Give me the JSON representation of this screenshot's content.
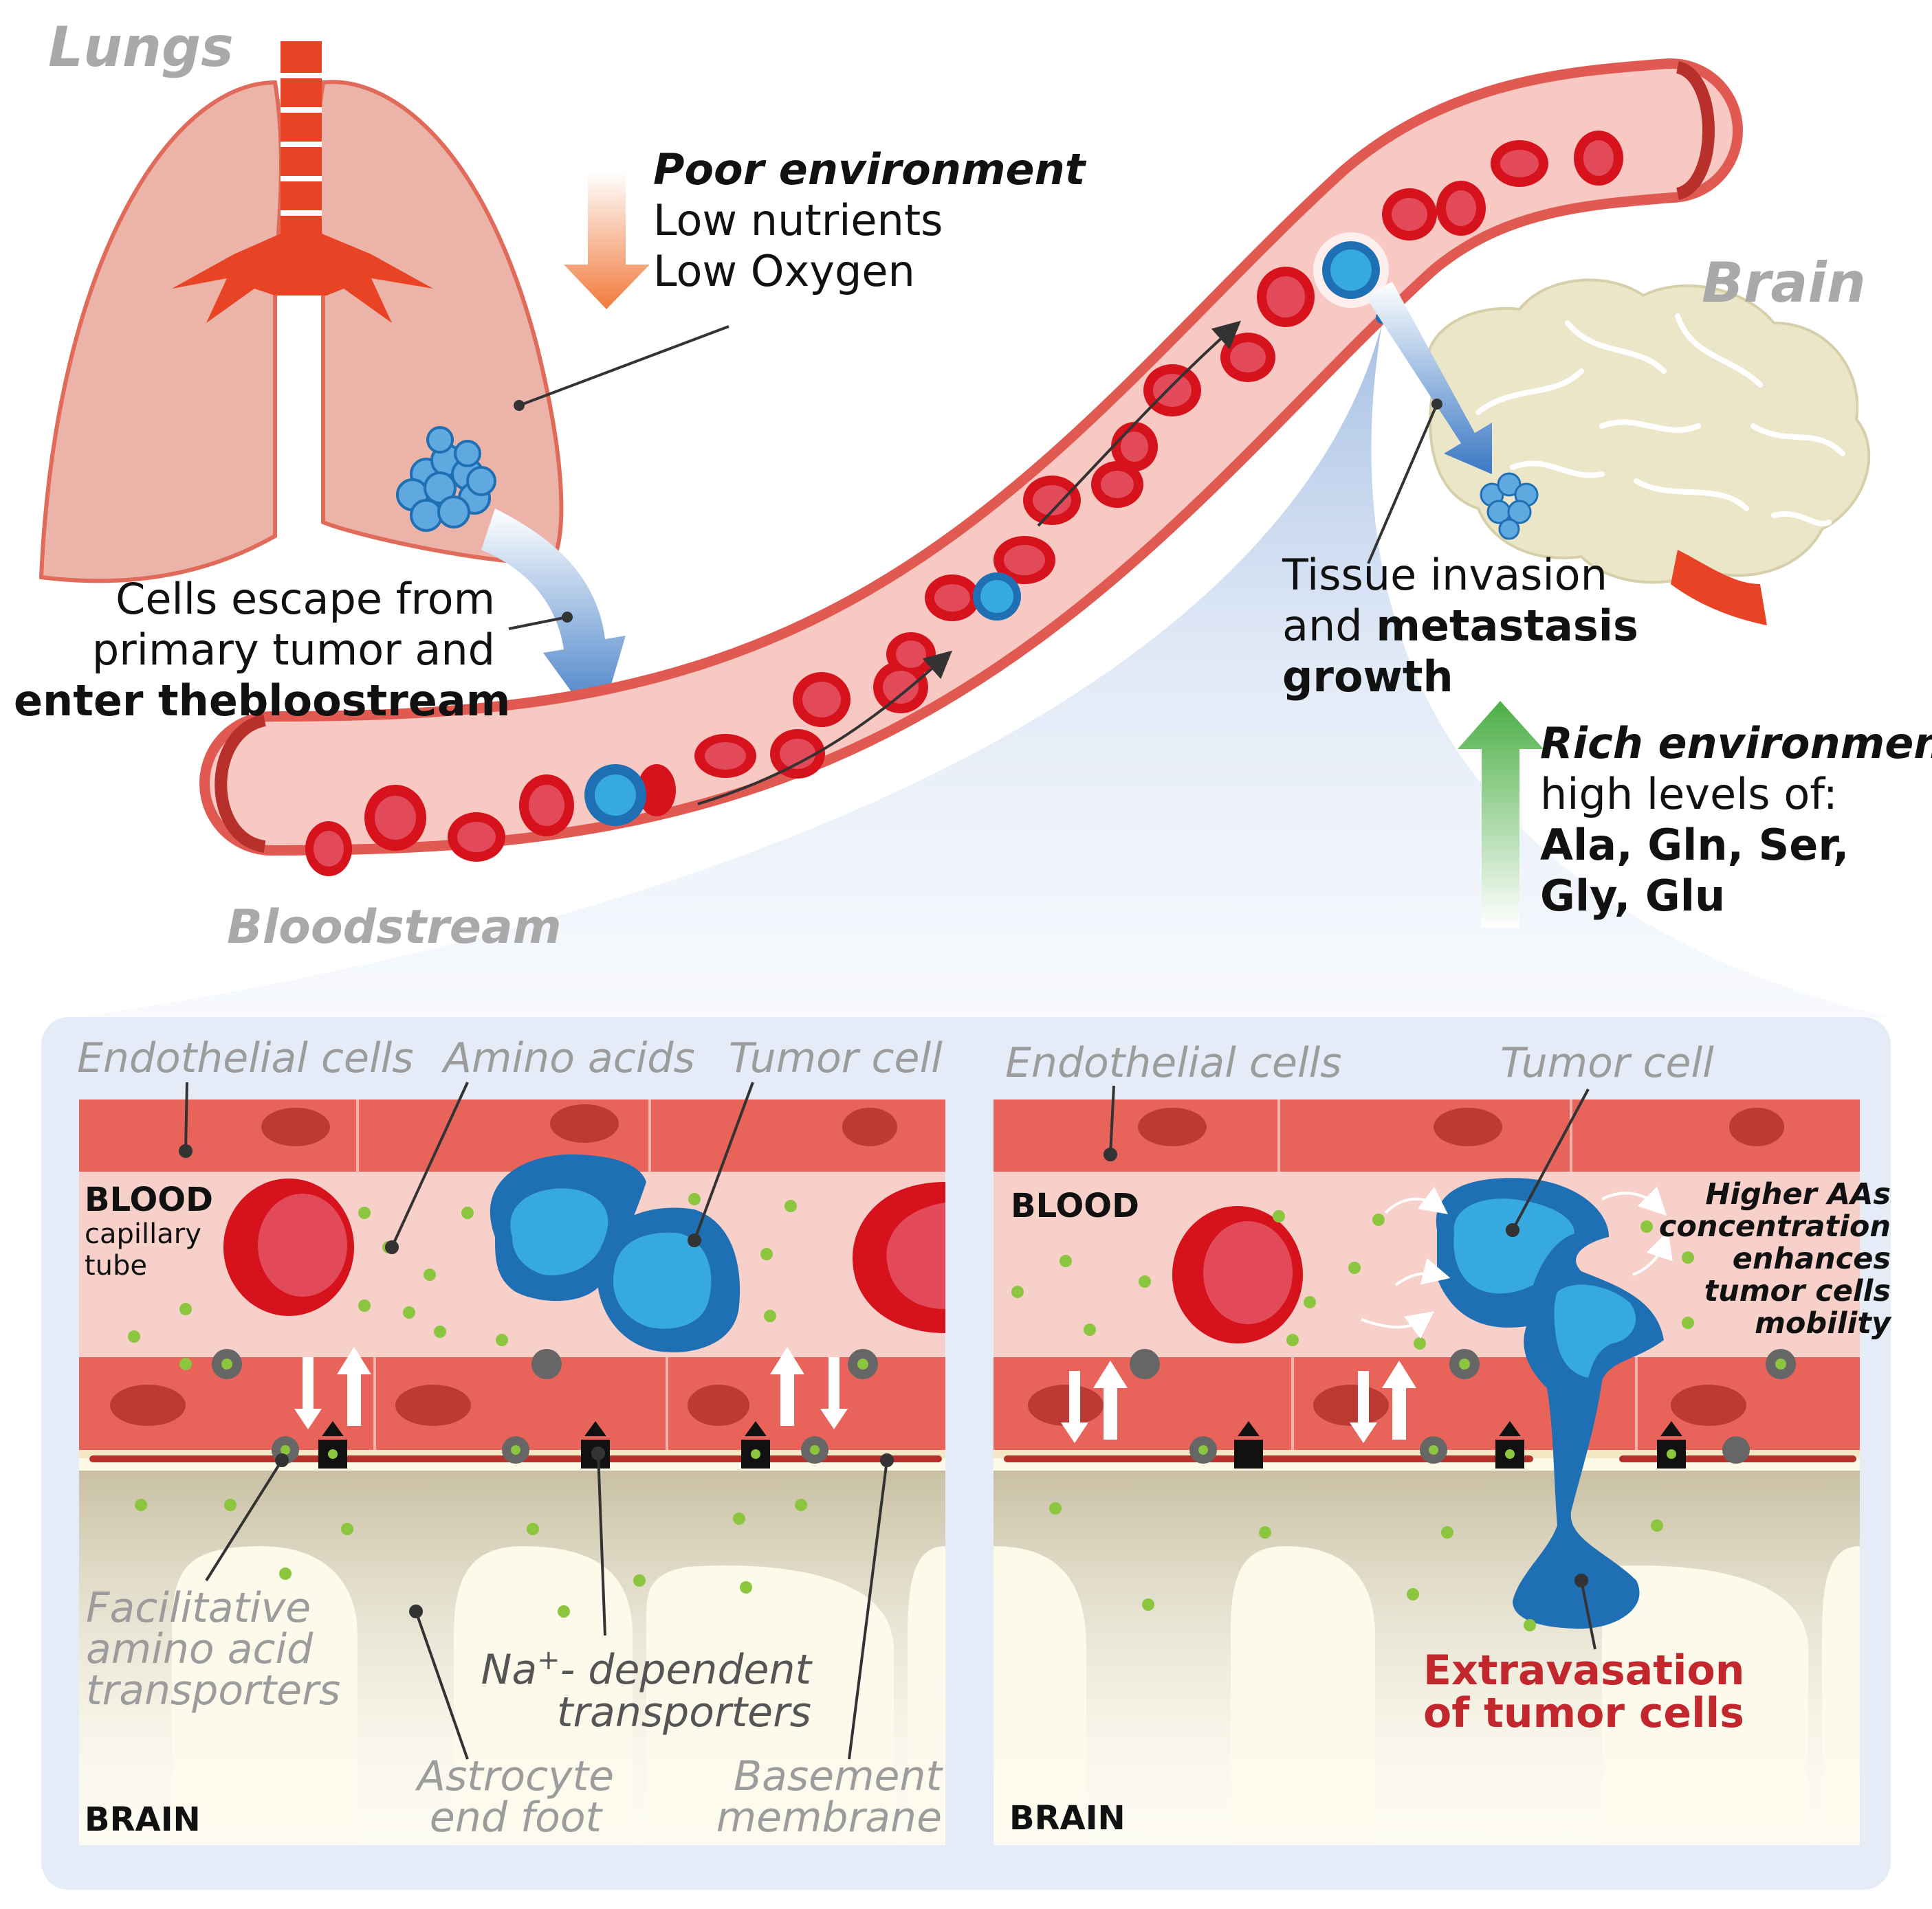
{
  "top": {
    "lungs_title": "Lungs",
    "brain_title": "Brain",
    "bloodstream_title": "Bloodstream",
    "poor_env": {
      "heading": "Poor environment",
      "line1": "Low nutrients",
      "line2": "Low Oxygen"
    },
    "escape": {
      "line1": "Cells escape from",
      "line2": "primary tumor and",
      "line3": "enter thebloostream"
    },
    "invasion": {
      "line1": "Tissue invasion",
      "line2_plain": "and ",
      "line2_bold": "metastasis",
      "line3": "growth"
    },
    "rich_env": {
      "heading": "Rich environment",
      "line1": "high levels of:",
      "line2": "Ala, Gln, Ser,",
      "line3": "Gly, Glu"
    }
  },
  "left_panel": {
    "endothelial": "Endothelial cells",
    "amino_acids": "Amino acids",
    "tumor_cell": "Tumor cell",
    "blood": "BLOOD",
    "capillary1": "capillary",
    "capillary2": "tube",
    "brain": "BRAIN",
    "facilitative1": "Facilitative",
    "facilitative2": "amino acid",
    "facilitative3": "transporters",
    "na_dep1": "Na",
    "na_sup": "+",
    "na_dep1b": "- dependent",
    "na_dep2": "transporters",
    "astrocyte1": "Astrocyte",
    "astrocyte2": "end foot",
    "basement1": "Basement",
    "basement2": "membrane"
  },
  "right_panel": {
    "endothelial": "Endothelial cells",
    "tumor_cell": "Tumor cell",
    "blood": "BLOOD",
    "brain": "BRAIN",
    "higher1": "Higher AAs",
    "higher2": "concentration",
    "higher3": "enhances",
    "higher4": "tumor cells",
    "higher5": "mobility",
    "extrav1": "Extravasation",
    "extrav2": "of tumor cells"
  },
  "colors": {
    "vessel_wall": "#b7302b",
    "vessel_lumen": "#f8c8c2",
    "rbc": "#d6121c",
    "rbc_inner": "#e24a5a",
    "tumor_dark": "#1f6fb4",
    "tumor_light": "#36a9e1",
    "lung": "#ecb4a8",
    "lung_edge": "#e06b5a",
    "trachea": "#e84324",
    "brain": "#ece6c8",
    "endothelial": "#e8645a",
    "amino_acid": "#8cc63f",
    "extravasation_text": "#c1272d",
    "astrocyte": "#cfc7ad",
    "brain_tissue": "#fbf7df"
  }
}
